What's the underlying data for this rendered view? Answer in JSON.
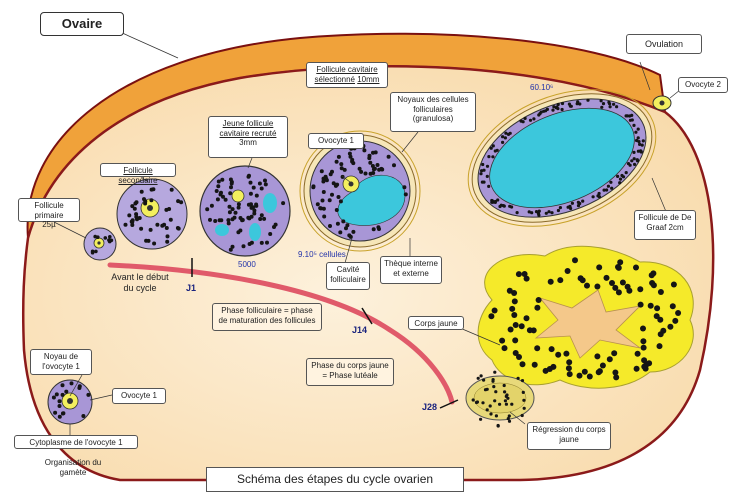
{
  "title": "Schéma des étapes du cycle ovarien",
  "ovary_label": "Ovaire",
  "ovulation_label": "Ovulation",
  "labels": {
    "follicule_primaire": "Follicule primaire",
    "follicule_primaire_size": "25µ",
    "follicule_secondaire": "Follicule secondaire",
    "jeune_follicule": "Jeune follicule cavitaire recruté",
    "jeune_follicule_size": "3mm",
    "ovocyte1_top": "Ovocyte 1",
    "follicule_selectionne": "Follicule cavitaire sélectionné",
    "follicule_selectionne_size": "10mm",
    "noyaux_cellules": "Noyaux des cellules folliculaires (granulosa)",
    "ovocyte2": "Ovocyte 2",
    "follicule_de_graaf": "Follicule de De Graaf 2cm",
    "theque": "Thèque interne et externe",
    "cavite": "Cavité folliculaire",
    "corps_jaune": "Corps jaune",
    "regression": "Régression du corps jaune",
    "phase_folliculaire": "Phase folliculaire = phase de maturation des follicules",
    "phase_lutéale": "Phase du corps jaune = Phase lutéale",
    "avant_debut": "Avant le début du cycle",
    "noyau_ovocyte": "Noyau de l'ovocyte 1",
    "ovocyte1_bottom": "Ovocyte 1",
    "cytoplasme": "Cytoplasme de l'ovocyte 1",
    "organisation": "Organisation du gamète"
  },
  "cell_counts": {
    "c5000": "5000",
    "c9e5": "9.10⁵ cellules",
    "c60e6": "60.10⁶"
  },
  "cycle_days": {
    "j1": "J1",
    "j14": "J14",
    "j28": "J28"
  },
  "colors": {
    "ovary_cortex": "#f0a23a",
    "ovary_inner": "#fce8c6",
    "ovary_border": "#8b1a1a",
    "follicle_purple": "#a896d6",
    "antrum_cyan": "#3cc7dc",
    "corpus_yellow": "#f5ea2a",
    "cycle_arrow": "#e05a6a"
  }
}
